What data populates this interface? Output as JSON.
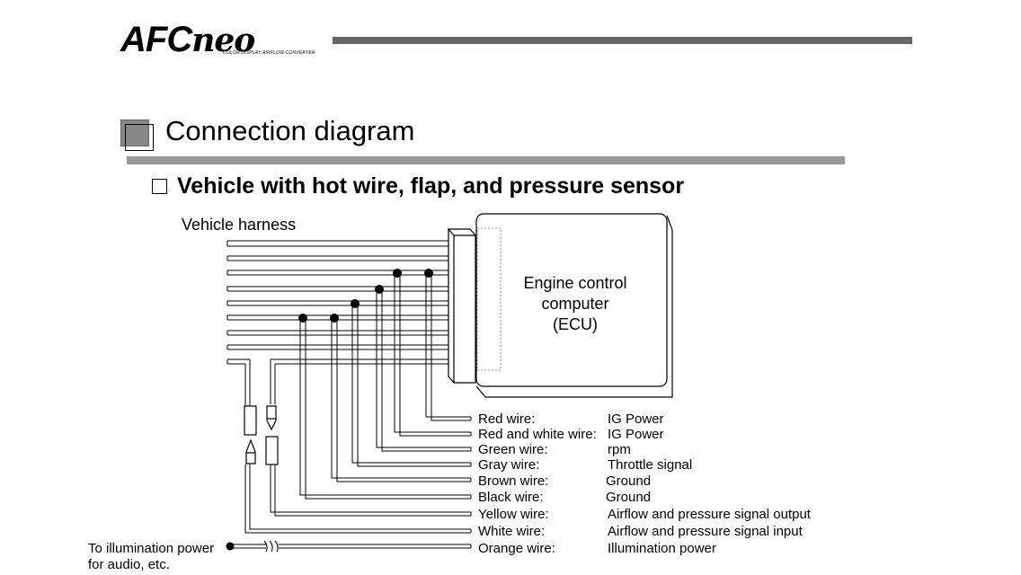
{
  "header": {
    "logo_main": "AFC",
    "logo_accent": "neo",
    "logo_subtitle": "COLOR DISPLAY AIRFLOW CONVERTER"
  },
  "section": {
    "title": "Connection diagram",
    "subtitle": "Vehicle with hot wire, flap, and pressure sensor"
  },
  "diagram": {
    "harness_label": "Vehicle harness",
    "ecu_label": [
      "Engine control",
      "computer",
      "(ECU)"
    ],
    "illumination_label": [
      "To illumination power",
      "for audio, etc."
    ],
    "wires": [
      {
        "wire": "Red wire:",
        "function": "IG Power"
      },
      {
        "wire": "Red and white wire:",
        "function": "IG Power"
      },
      {
        "wire": "Green wire:",
        "function": "rpm"
      },
      {
        "wire": "Gray wire:",
        "function": "Throttle signal"
      },
      {
        "wire": "Brown wire:",
        "function": "Ground"
      },
      {
        "wire": "Black wire:",
        "function": "Ground"
      },
      {
        "wire": "Yellow wire:",
        "function": "Airflow and pressure signal output"
      },
      {
        "wire": "White wire:",
        "function": "Airflow and pressure signal input"
      },
      {
        "wire": "Orange wire:",
        "function": "Illumination power"
      }
    ]
  }
}
